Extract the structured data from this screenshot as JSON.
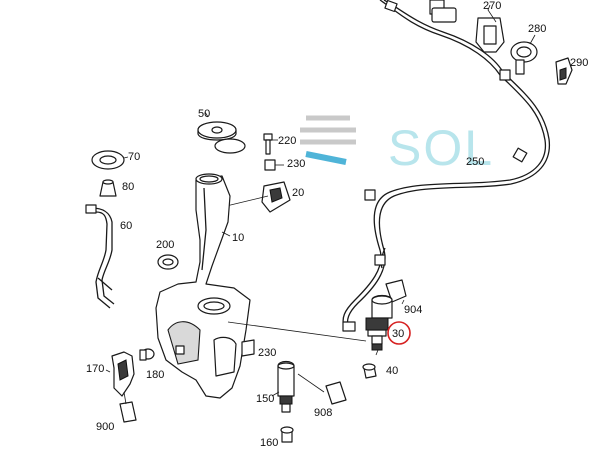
{
  "watermark": {
    "text": "SOL",
    "color": "#7fd0de"
  },
  "callouts": {
    "p10": "10",
    "p20": "20",
    "p30": "30",
    "p40": "40",
    "p50": "50",
    "p60": "60",
    "p70": "70",
    "p80": "80",
    "p150": "150",
    "p160": "160",
    "p170": "170",
    "p180": "180",
    "p200": "200",
    "p220": "220",
    "p230a": "230",
    "p230b": "230",
    "p250": "250",
    "p270": "270",
    "p280": "280",
    "p290": "290",
    "p900": "900",
    "p904": "904",
    "p908": "908"
  },
  "highlight": {
    "part": "30",
    "ring_color": "#d62020"
  }
}
